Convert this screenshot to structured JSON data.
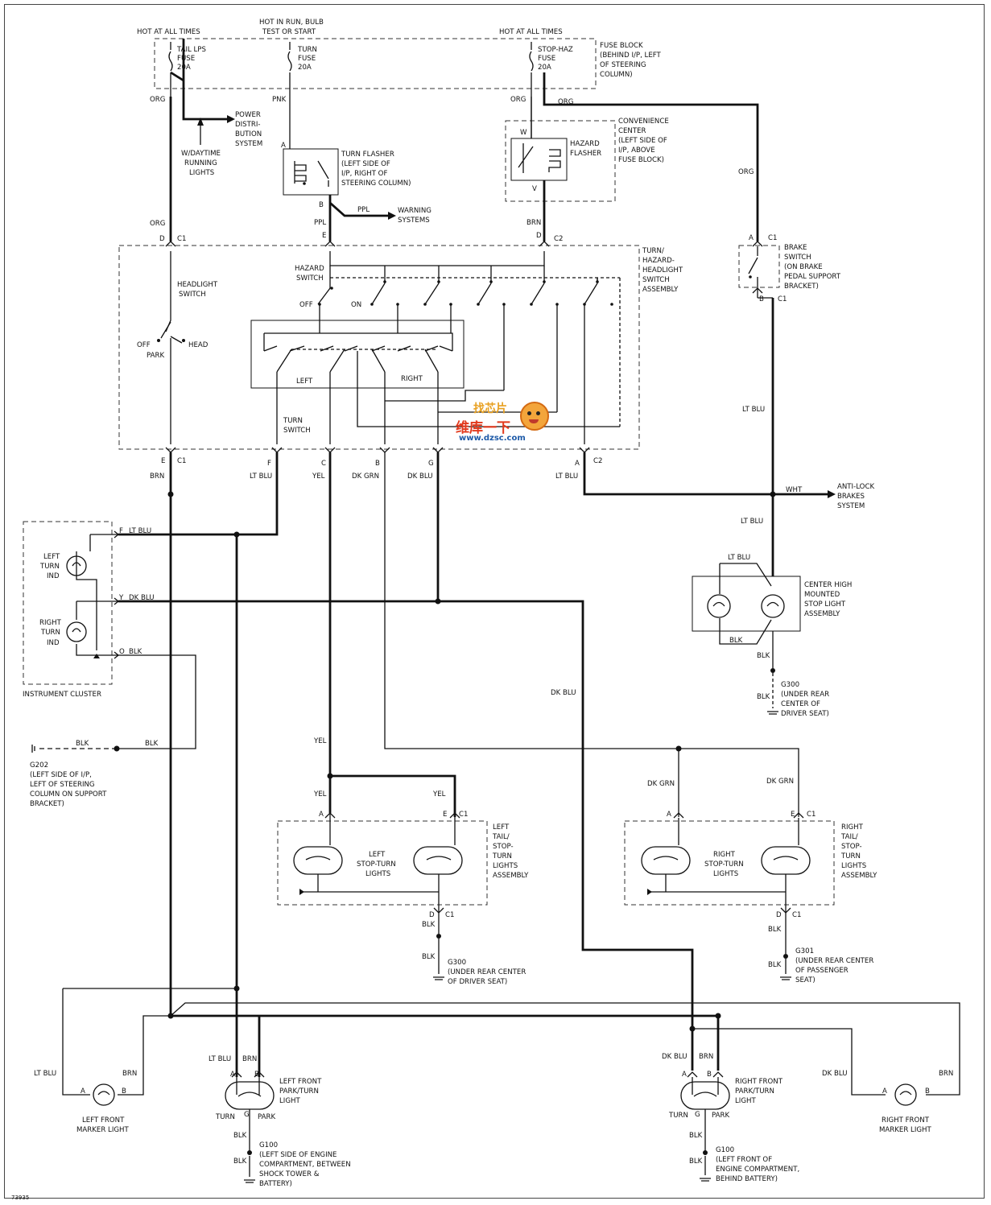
{
  "texts": {
    "hot1": "HOT AT ALL TIMES",
    "hot2a": "HOT IN RUN, BULB",
    "hot2b": "TEST OR START",
    "hot3": "HOT AT ALL TIMES",
    "f1a": "TAIL LPS",
    "f1b": "FUSE",
    "f1c": "20A",
    "f2a": "TURN",
    "f2b": "FUSE",
    "f2c": "20A",
    "f3a": "STOP-HAZ",
    "f3b": "FUSE",
    "f3c": "20A",
    "fb1": "FUSE BLOCK",
    "fb2": "(BEHIND I/P, LEFT",
    "fb3": "OF STEERING",
    "fb4": "COLUMN)",
    "org1": "ORG",
    "pnk": "PNK",
    "org2": "ORG",
    "org3": "ORG",
    "org4": "ORG",
    "org5": "ORG",
    "pd1": "POWER",
    "pd2": "DISTRI-",
    "pd3": "BUTION",
    "pd4": "SYSTEM",
    "drl1": "W/DAYTIME",
    "drl2": "RUNNING",
    "drl3": "LIGHTS",
    "tf1": "TURN FLASHER",
    "tf2": "(LEFT SIDE OF",
    "tf3": "I/P, RIGHT OF",
    "tf4": "STEERING COLUMN)",
    "cc1": "CONVENIENCE",
    "cc2": "CENTER",
    "cc3": "(LEFT SIDE OF",
    "cc4": "I/P, ABOVE",
    "cc5": "FUSE BLOCK)",
    "hf1": "HAZARD",
    "hf2": "FLASHER",
    "pinA1": "A",
    "pinB1": "B",
    "pinW": "W",
    "pinV": "V",
    "ppl1": "PPL",
    "ppl2": "PPL",
    "brn1": "BRN",
    "ws1": "WARNING",
    "ws2": "SYSTEMS",
    "cD": "D",
    "cC1a": "C1",
    "cE": "E",
    "cD2": "D",
    "cC2a": "C2",
    "bsA": "A",
    "bsC1": "C1",
    "bs1": "BRAKE",
    "bs2": "SWITCH",
    "bs3": "(ON BRAKE",
    "bs4": "PEDAL SUPPORT",
    "bs5": "BRACKET)",
    "bsB": "B",
    "bsC1b": "C1",
    "th1": "TURN/",
    "th2": "HAZARD-",
    "th3": "HEADLIGHT",
    "th4": "SWITCH",
    "th5": "ASSEMBLY",
    "hz1": "HAZARD",
    "hz2": "SWITCH",
    "off1": "OFF",
    "on1": "ON",
    "hl1": "HEADLIGHT",
    "hl2": "SWITCH",
    "off2": "OFF",
    "park1": "PARK",
    "head1": "HEAD",
    "left1": "LEFT",
    "right1": "RIGHT",
    "ts1": "TURN",
    "ts2": "SWITCH",
    "bE": "E",
    "bC1": "C1",
    "bF": "F",
    "bC": "C",
    "bB": "B",
    "bG": "G",
    "bA": "A",
    "bC2": "C2",
    "wBrn": "BRN",
    "wLtBlu": "LT BLU",
    "wYel": "YEL",
    "wDkGrn": "DK GRN",
    "wDkBlu": "DK BLU",
    "wLtBlu2": "LT BLU",
    "ltblu_bs": "LT BLU",
    "wht": "WHT",
    "abs1": "ANTI-LOCK",
    "abs2": "BRAKES",
    "abs3": "SYSTEM",
    "ltblu_ch": "LT BLU",
    "ch1": "CENTER HIGH",
    "ch2": "MOUNTED",
    "ch3": "STOP LIGHT",
    "ch4": "ASSEMBLY",
    "ltblu_ch2": "LT BLU",
    "blk_ch": "BLK",
    "blk_ch2": "BLK",
    "blk_ch3": "BLK",
    "g300a": "G300",
    "g300b": "(UNDER REAR",
    "g300c": "CENTER OF",
    "g300d": "DRIVER SEAT)",
    "icF": "F",
    "icLtBlu": "LT BLU",
    "icY": "Y",
    "icDkBlu": "DK BLU",
    "icO": "O",
    "icBlk": "BLK",
    "lti1": "LEFT",
    "lti2": "TURN",
    "lti3": "IND",
    "rti1": "RIGHT",
    "rti2": "TURN",
    "rti3": "IND",
    "ic": "INSTRUMENT CLUSTER",
    "dkblu_mid": "DK BLU",
    "blk_g202a": "BLK",
    "blk_g202b": "BLK",
    "g202a": "G202",
    "g202b": "(LEFT SIDE OF I/P,",
    "g202c": "LEFT OF STEERING",
    "g202d": "COLUMN ON SUPPORT",
    "g202e": "BRACKET)",
    "yel_mid": "YEL",
    "yel_l1": "YEL",
    "yel_l2": "YEL",
    "dkgrn_r1": "DK GRN",
    "dkgrn_r2": "DK GRN",
    "lA": "A",
    "lE": "E",
    "lC1": "C1",
    "rA": "A",
    "rE": "E",
    "rC1": "C1",
    "lt1": "LEFT",
    "lt2": "TAIL/",
    "lt3": "STOP-",
    "lt4": "TURN",
    "lt5": "LIGHTS",
    "lt6": "ASSEMBLY",
    "lsl1": "LEFT",
    "lsl2": "STOP-TURN",
    "lsl3": "LIGHTS",
    "rt1": "RIGHT",
    "rt2": "TAIL/",
    "rt3": "STOP-",
    "rt4": "TURN",
    "rt5": "LIGHTS",
    "rt6": "ASSEMBLY",
    "rsl1": "RIGHT",
    "rsl2": "STOP-TURN",
    "rsl3": "LIGHTS",
    "lD": "D",
    "lC1b": "C1",
    "rD": "D",
    "rC1b": "C1",
    "blk_l1": "BLK",
    "blk_l2": "BLK",
    "blk_r1": "BLK",
    "blk_r2": "BLK",
    "g300la": "G300",
    "g300lb": "(UNDER REAR CENTER",
    "g300lc": "OF DRIVER SEAT)",
    "g301a": "G301",
    "g301b": "(UNDER REAR CENTER",
    "g301c": "OF PASSENGER",
    "g301d": "SEAT)",
    "lfm_ltblu": "LT BLU",
    "lfm_brn": "BRN",
    "lfmA": "A",
    "lfmB": "B",
    "lfm1": "LEFT FRONT",
    "lfm2": "MARKER LIGHT",
    "lfp_ltblu": "LT BLU",
    "lfp_brn": "BRN",
    "lfpA": "A",
    "lfpB": "B",
    "lfp1": "LEFT FRONT",
    "lfp2": "PARK/TURN",
    "lfp3": "LIGHT",
    "lfpTurn": "TURN",
    "lfpG": "G",
    "lfpPark": "PARK",
    "lfp_blk1": "BLK",
    "lfp_blk2": "BLK",
    "g100la": "G100",
    "g100lb": "(LEFT SIDE OF ENGINE",
    "g100lc": "COMPARTMENT, BETWEEN",
    "g100ld": "SHOCK TOWER &",
    "g100le": "BATTERY)",
    "rfp_dkblu": "DK BLU",
    "rfp_brn": "BRN",
    "rfpA": "A",
    "rfpB": "B",
    "rfp1": "RIGHT FRONT",
    "rfp2": "PARK/TURN",
    "rfp3": "LIGHT",
    "rfpTurn": "TURN",
    "rfpG": "G",
    "rfpPark": "PARK",
    "rfp_blk1": "BLK",
    "rfp_blk2": "BLK",
    "g100ra": "G100",
    "g100rb": "(LEFT FRONT OF",
    "g100rc": "ENGINE COMPARTMENT,",
    "g100rd": "BEHIND BATTERY)",
    "rfm_dkblu": "DK BLU",
    "rfm_brn": "BRN",
    "rfmA": "A",
    "rfmB": "B",
    "rfm1": "RIGHT FRONT",
    "rfm2": "MARKER LIGHT",
    "fig": "73935"
  },
  "watermark": {
    "top": "找芯片",
    "main": "维库一下",
    "url": "www.dzsc.com"
  }
}
